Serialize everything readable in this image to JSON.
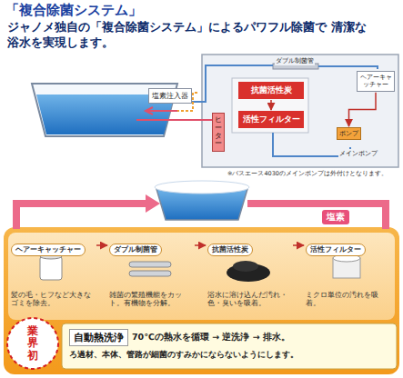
{
  "diagram": {
    "title": "「複合除菌システム」",
    "nodes": [
      {
        "text": [
          "塩素注入器"
        ]
      },
      {
        "text": [
          "ヒーター"
        ]
      },
      {
        "text": [
          "抗菌活性炭"
        ]
      },
      {
        "text": [
          "活性フィルター"
        ]
      },
      {
        "text": [
          "ヘアーキャッチャー"
        ]
      },
      {
        "text": [
          "ポンプ"
        ]
      },
      {
        "text": [
          "ヘアーキャッチャー",
          "髪の毛・ヒフなど大きなゴミを除去。"
        ]
      },
      {
        "text": [
          "ダブル制菌管",
          "雑菌の繁殖機能をカット。有機物を分解。"
        ]
      },
      {
        "text": [
          "抗菌活性炭",
          "浴水に溶け込んだ汚れ・色・臭いを吸着。"
        ]
      },
      {
        "text": [
          "活性フィルター",
          "ミクロ単位の汚れを吸着。"
        ]
      },
      {
        "text": [
          "業界初"
        ]
      },
      {
        "text": [
          "自動熱洗浄",
          "70℃の熱水を循環 → 逆洗浄 → 排水。",
          "ろ過材、本体、管路が細菌のすみかにならないようにします。"
        ]
      }
    ],
    "edges": [
      {
        "from": 2,
        "to": 3,
        "arrow": "to"
      },
      {
        "from": 4,
        "to": 5,
        "arrow": "to"
      },
      {
        "from": 6,
        "to": 7,
        "arrow": "to"
      },
      {
        "from": 7,
        "to": 8,
        "arrow": "to"
      },
      {
        "from": 8,
        "to": 9,
        "arrow": "to"
      }
    ],
    "labels": [
      "ジャノメ独自の「複合除菌システム」によるパワフル除菌で 清潔な浴水を実現します。",
      "ダブル制菌管",
      "メインポンプ",
      "※バスエース4030のメインポンプは外付けとなります。",
      "塩素"
    ]
  }
}
